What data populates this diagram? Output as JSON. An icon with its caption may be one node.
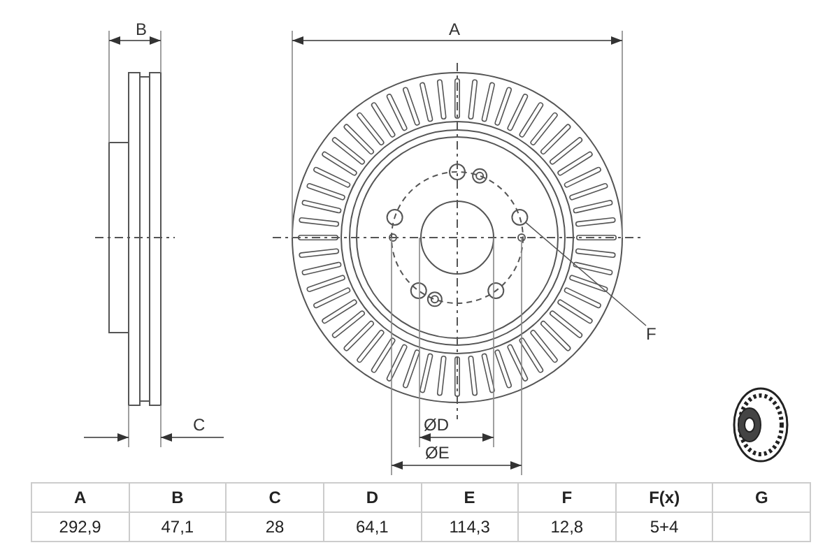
{
  "diagram": {
    "nodes": [
      {
        "text": [
          "F"
        ]
      },
      {
        "text": [],
        "shape": "circle"
      }
    ],
    "edges": [
      {
        "from": 0,
        "to": 1,
        "arrow": "none"
      }
    ],
    "labels": [
      "B",
      "A",
      "C",
      "ØD",
      "ØE",
      "A",
      "B",
      "C",
      "D",
      "E",
      "F",
      "F(x)",
      "G",
      "292,9",
      "47,1",
      "28",
      "64,1",
      "114,3",
      "12,8",
      "5+4"
    ]
  }
}
